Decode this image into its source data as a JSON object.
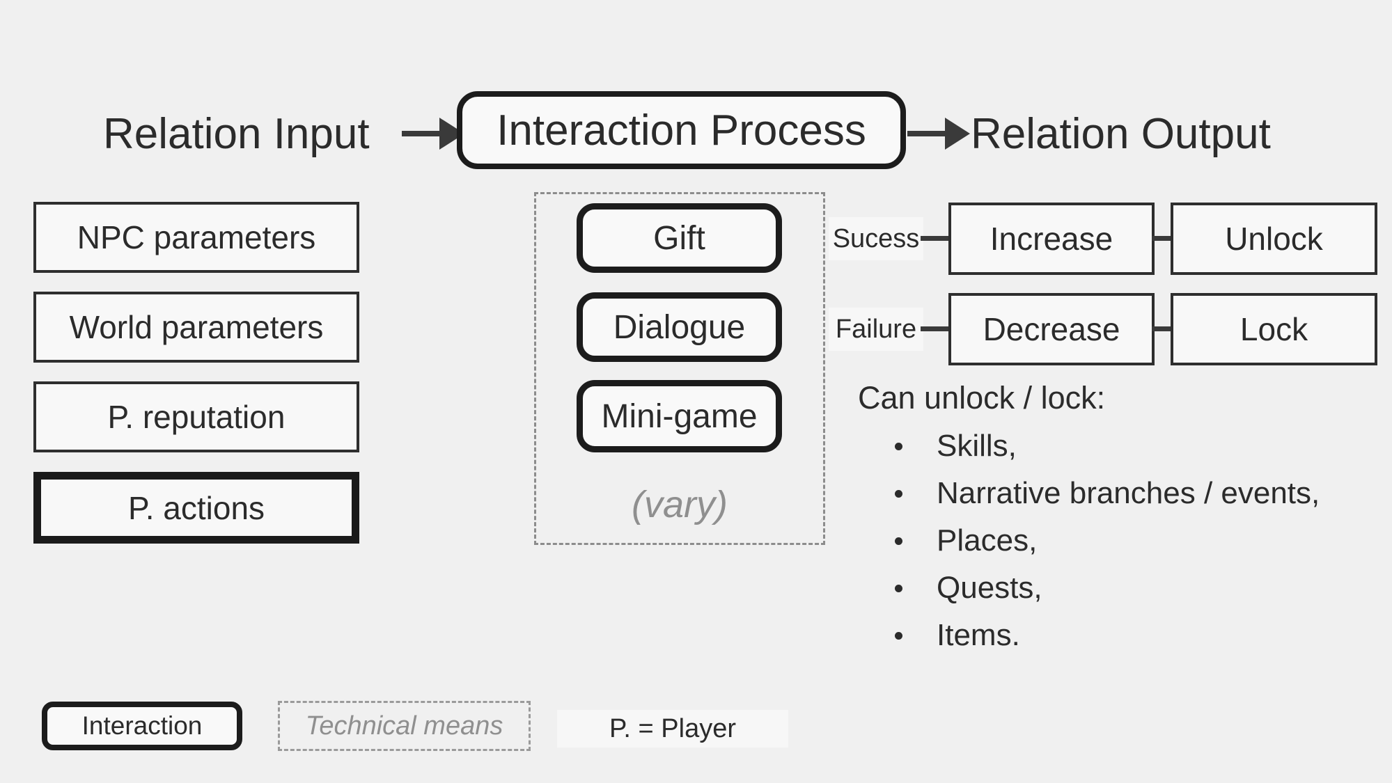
{
  "colors": {
    "background": "#f0f0f0",
    "box_fill": "#f8f8f8",
    "border_dark": "#1c1c1c",
    "connector": "#3a3a3a",
    "dashed_gray": "#8c8c8c",
    "muted_text": "#8f8f8f",
    "text": "#2b2b2b"
  },
  "header": {
    "input_label": "Relation Input",
    "process_label": "Interaction Process",
    "output_label": "Relation Output"
  },
  "inputs": {
    "items": [
      {
        "label": "NPC parameters",
        "emphasis": false
      },
      {
        "label": "World parameters",
        "emphasis": false
      },
      {
        "label": "P. reputation",
        "emphasis": false
      },
      {
        "label": "P. actions",
        "emphasis": true
      }
    ]
  },
  "process": {
    "means": [
      {
        "label": "Gift"
      },
      {
        "label": "Dialogue"
      },
      {
        "label": "Mini-game"
      }
    ],
    "vary_note": "(vary)"
  },
  "outputs": {
    "rows": [
      {
        "condition": "Sucess",
        "effect": "Increase",
        "result": "Unlock"
      },
      {
        "condition": "Failure",
        "effect": "Decrease",
        "result": "Lock"
      }
    ],
    "unlock_note": {
      "heading": "Can unlock / lock:",
      "items": [
        "Skills,",
        "Narrative branches / events,",
        "Places,",
        "Quests,",
        "Items."
      ]
    }
  },
  "legend": {
    "interaction_label": "Interaction",
    "technical_label": "Technical means",
    "player_note": "P. = Player"
  }
}
